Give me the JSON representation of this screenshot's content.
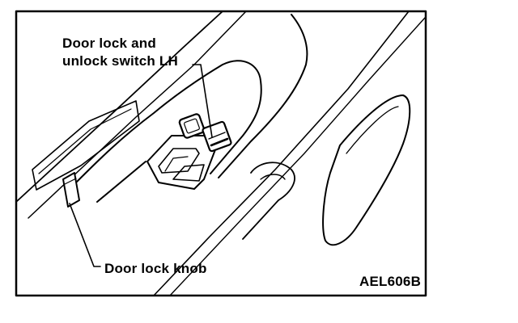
{
  "diagram": {
    "callout_switch": {
      "line1": "Door lock and",
      "line2": "unlock switch LH"
    },
    "callout_knob": "Door lock knob",
    "figure_code": "AEL606B"
  }
}
